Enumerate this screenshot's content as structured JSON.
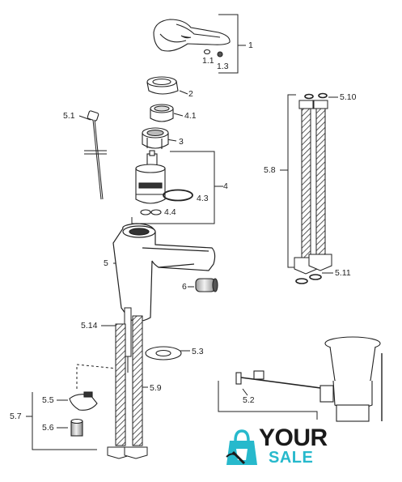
{
  "labels": {
    "p1": "1",
    "p1_1": "1.1",
    "p1_3": "1.3",
    "p2": "2",
    "p4_1": "4.1",
    "p5_1": "5.1",
    "p3": "3",
    "p4": "4",
    "p4_3": "4.3",
    "p4_4": "4.4",
    "p5_10": "5.10",
    "p5_8": "5.8",
    "p5_11": "5.11",
    "p5": "5",
    "p6": "6",
    "p5_14": "5.14",
    "p5_3": "5.3",
    "p5_9": "5.9",
    "p5_2": "5.2",
    "p5_5": "5.5",
    "p5_7": "5.7",
    "p5_6": "5.6"
  },
  "logo": {
    "word1": "YOUR",
    "word2": "SALE"
  },
  "colors": {
    "line": "#222222",
    "logo_accent": "#27b9cc",
    "logo_dark": "#1a1a1a"
  }
}
